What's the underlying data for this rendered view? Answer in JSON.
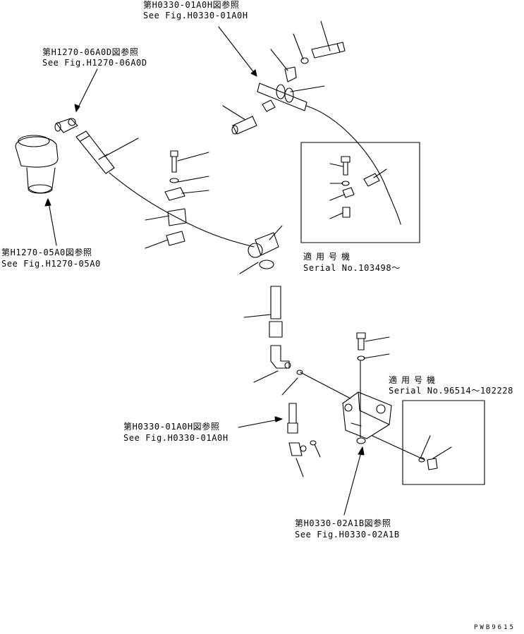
{
  "callouts": {
    "top_hose_ref": {
      "ja": "第H0330-01A0H図参照",
      "en": "See Fig.H0330-01A0H"
    },
    "fitting_ref": {
      "ja": "第H1270-06A0D図参照",
      "en": "See Fig.H1270-06A0D"
    },
    "filter_ref": {
      "ja": "第H1270-05A0図参照",
      "en": "See Fig.H1270-05A0"
    },
    "lower_hose_ref": {
      "ja": "第H0330-01A0H図参照",
      "en": "See Fig.H0330-01A0H"
    },
    "valve_ref": {
      "ja": "第H0330-02A1B図参照",
      "en": "See Fig.H0330-02A1B"
    }
  },
  "serial_boxes": {
    "upper": {
      "ja": "適用号機",
      "en": "Serial No.103498～"
    },
    "lower": {
      "ja": "適用号機",
      "en": "Serial No.96514～102228"
    }
  },
  "drawing_code": "PWB9615"
}
